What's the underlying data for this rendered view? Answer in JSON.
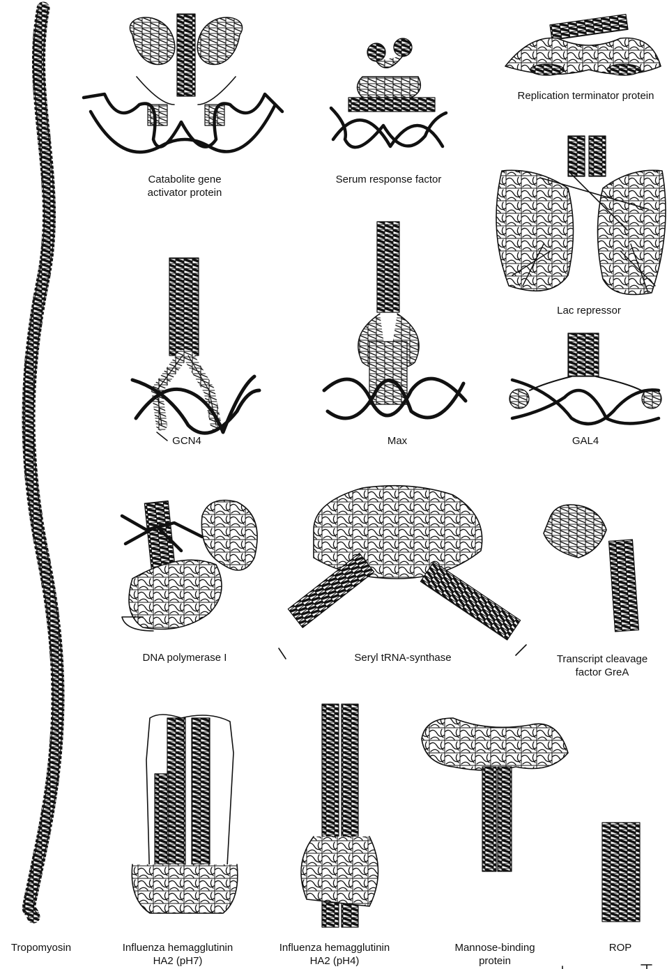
{
  "labels": {
    "replication_terminator": "Replication terminator protein",
    "catabolite_line1": "Catabolite gene",
    "catabolite_line2": "activator protein",
    "serum_response": "Serum response factor",
    "lac_repressor": "Lac repressor",
    "gcn4": "GCN4",
    "max": "Max",
    "gal4": "GAL4",
    "dna_polymerase": "DNA polymerase I",
    "seryl_trna": "Seryl tRNA-synthase",
    "greA_line1": "Transcript cleavage",
    "greA_line2": "factor GreA",
    "tropomyosin": "Tropomyosin",
    "ha2_ph7_line1": "Influenza hemagglutinin",
    "ha2_ph7_line2": "HA2 (pH7)",
    "ha2_ph4_line1": "Influenza hemagglutinin",
    "ha2_ph4_line2": "HA2 (pH4)",
    "mannose_line1": "Mannose-binding",
    "mannose_line2": "protein",
    "rop": "ROP"
  },
  "colors": {
    "ink": "#111111",
    "ribbon_fill": "#ffffff",
    "background": "#ffffff"
  }
}
